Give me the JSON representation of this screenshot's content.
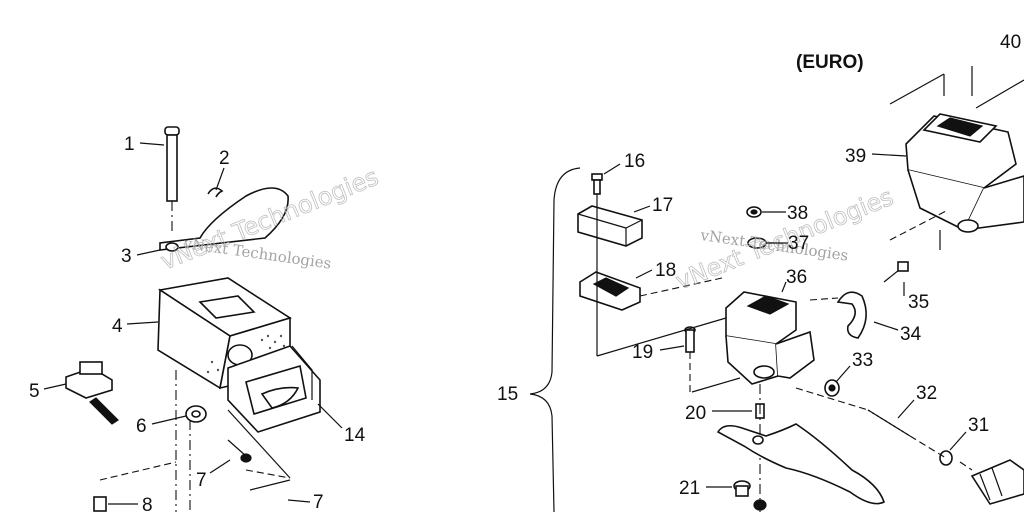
{
  "heading": "(EURO)",
  "watermark": {
    "line1": "vNext Technologies",
    "outline": "vNext Technologies"
  },
  "callouts": {
    "c1": "1",
    "c2": "2",
    "c3": "3",
    "c4": "4",
    "c5": "5",
    "c6": "6",
    "c7a": "7",
    "c7b": "7",
    "c8": "8",
    "c14": "14",
    "c15": "15",
    "c16": "16",
    "c17": "17",
    "c18": "18",
    "c19": "19",
    "c20": "20",
    "c21": "21",
    "c31": "31",
    "c32": "32",
    "c33": "33",
    "c34": "34",
    "c35": "35",
    "c36": "36",
    "c37": "37",
    "c38": "38",
    "c39": "39",
    "c40": "40"
  }
}
